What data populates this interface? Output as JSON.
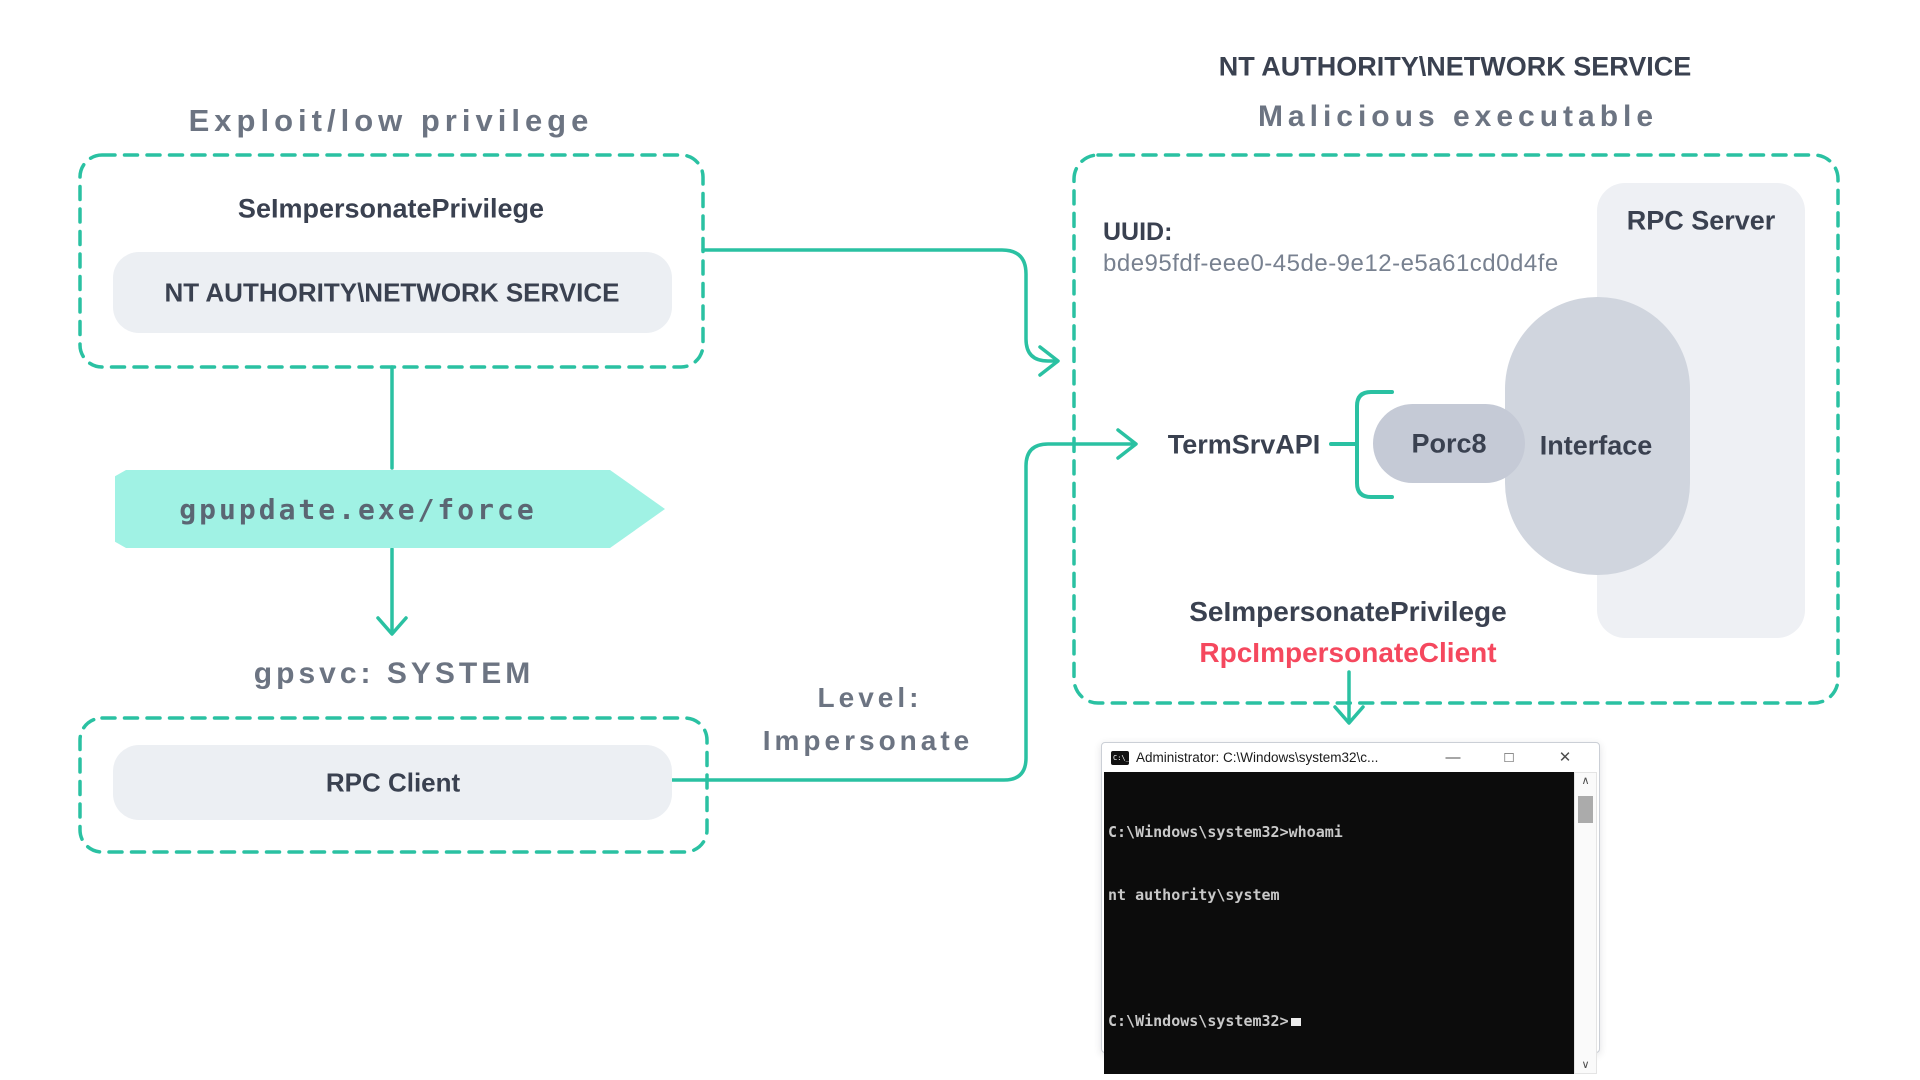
{
  "colors": {
    "teal": "#2AC1A2",
    "mint": "#A0F2E4",
    "navy": "#3A4150",
    "heading_gray": "#6C7482",
    "red": "#F5485E",
    "pill_light": "#ECEFF3",
    "pill_dark": "#C5CAD6",
    "ellipse_gray": "#D0D5DE",
    "panel_gray": "#EEF0F4",
    "terminal_bg": "#0C0C0C",
    "terminal_text": "#C9C9C9"
  },
  "left": {
    "title": "Exploit/low privilege",
    "privilege": "SeImpersonatePrivilege",
    "account": "NT AUTHORITY\\NETWORK SERVICE",
    "command": "gpupdate.exe/force",
    "gpsvc": "gpsvc: SYSTEM",
    "rpc_client": "RPC Client"
  },
  "middle": {
    "level_line1": "Level:",
    "level_line2": "Impersonate"
  },
  "right": {
    "account_title": "NT AUTHORITY\\NETWORK SERVICE",
    "subtitle": "Malicious executable",
    "uuid_label": "UUID:",
    "uuid_value": "bde95fdf-eee0-45de-9e12-e5a61cd0d4fe",
    "rpc_server_label": "RPC Server",
    "termsrv_label": "TermSrvAPI",
    "port_label": "Porc8",
    "interface_label": "Interface",
    "privilege": "SeImpersonatePrivilege",
    "impersonate_call": "RpcImpersonateClient"
  },
  "terminal": {
    "icon_label": "C:\\_",
    "title": "Administrator: C:\\Windows\\system32\\c...",
    "window_controls": {
      "minimize": "—",
      "maximize": "□",
      "close": "✕"
    },
    "lines": [
      "C:\\Windows\\system32>whoami",
      "nt authority\\system",
      "",
      "C:\\Windows\\system32>"
    ],
    "scrollbar": {
      "up": "∧",
      "down": "∨"
    }
  }
}
